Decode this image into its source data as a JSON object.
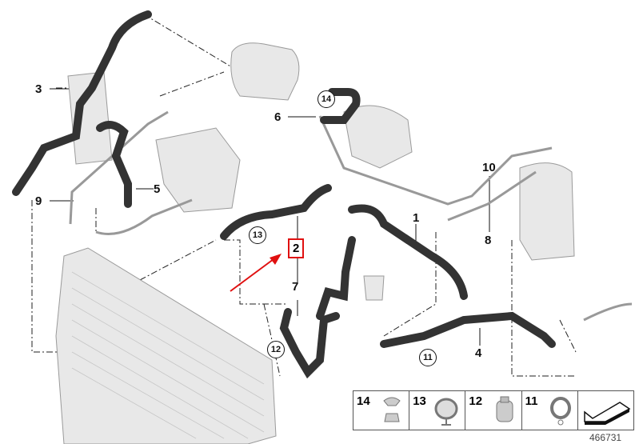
{
  "callouts": {
    "c1": "1",
    "c2": "2",
    "c3": "3",
    "c4": "4",
    "c5": "5",
    "c6": "6",
    "c7": "7",
    "c8": "8",
    "c9": "9",
    "c10": "10"
  },
  "circled": {
    "c11": "11",
    "c12": "12",
    "c13": "13",
    "c14": "14"
  },
  "highlight_color": "#e01010",
  "legend": [
    {
      "num": "14"
    },
    {
      "num": "13"
    },
    {
      "num": "12"
    },
    {
      "num": "11"
    }
  ],
  "reference_number": "466731"
}
